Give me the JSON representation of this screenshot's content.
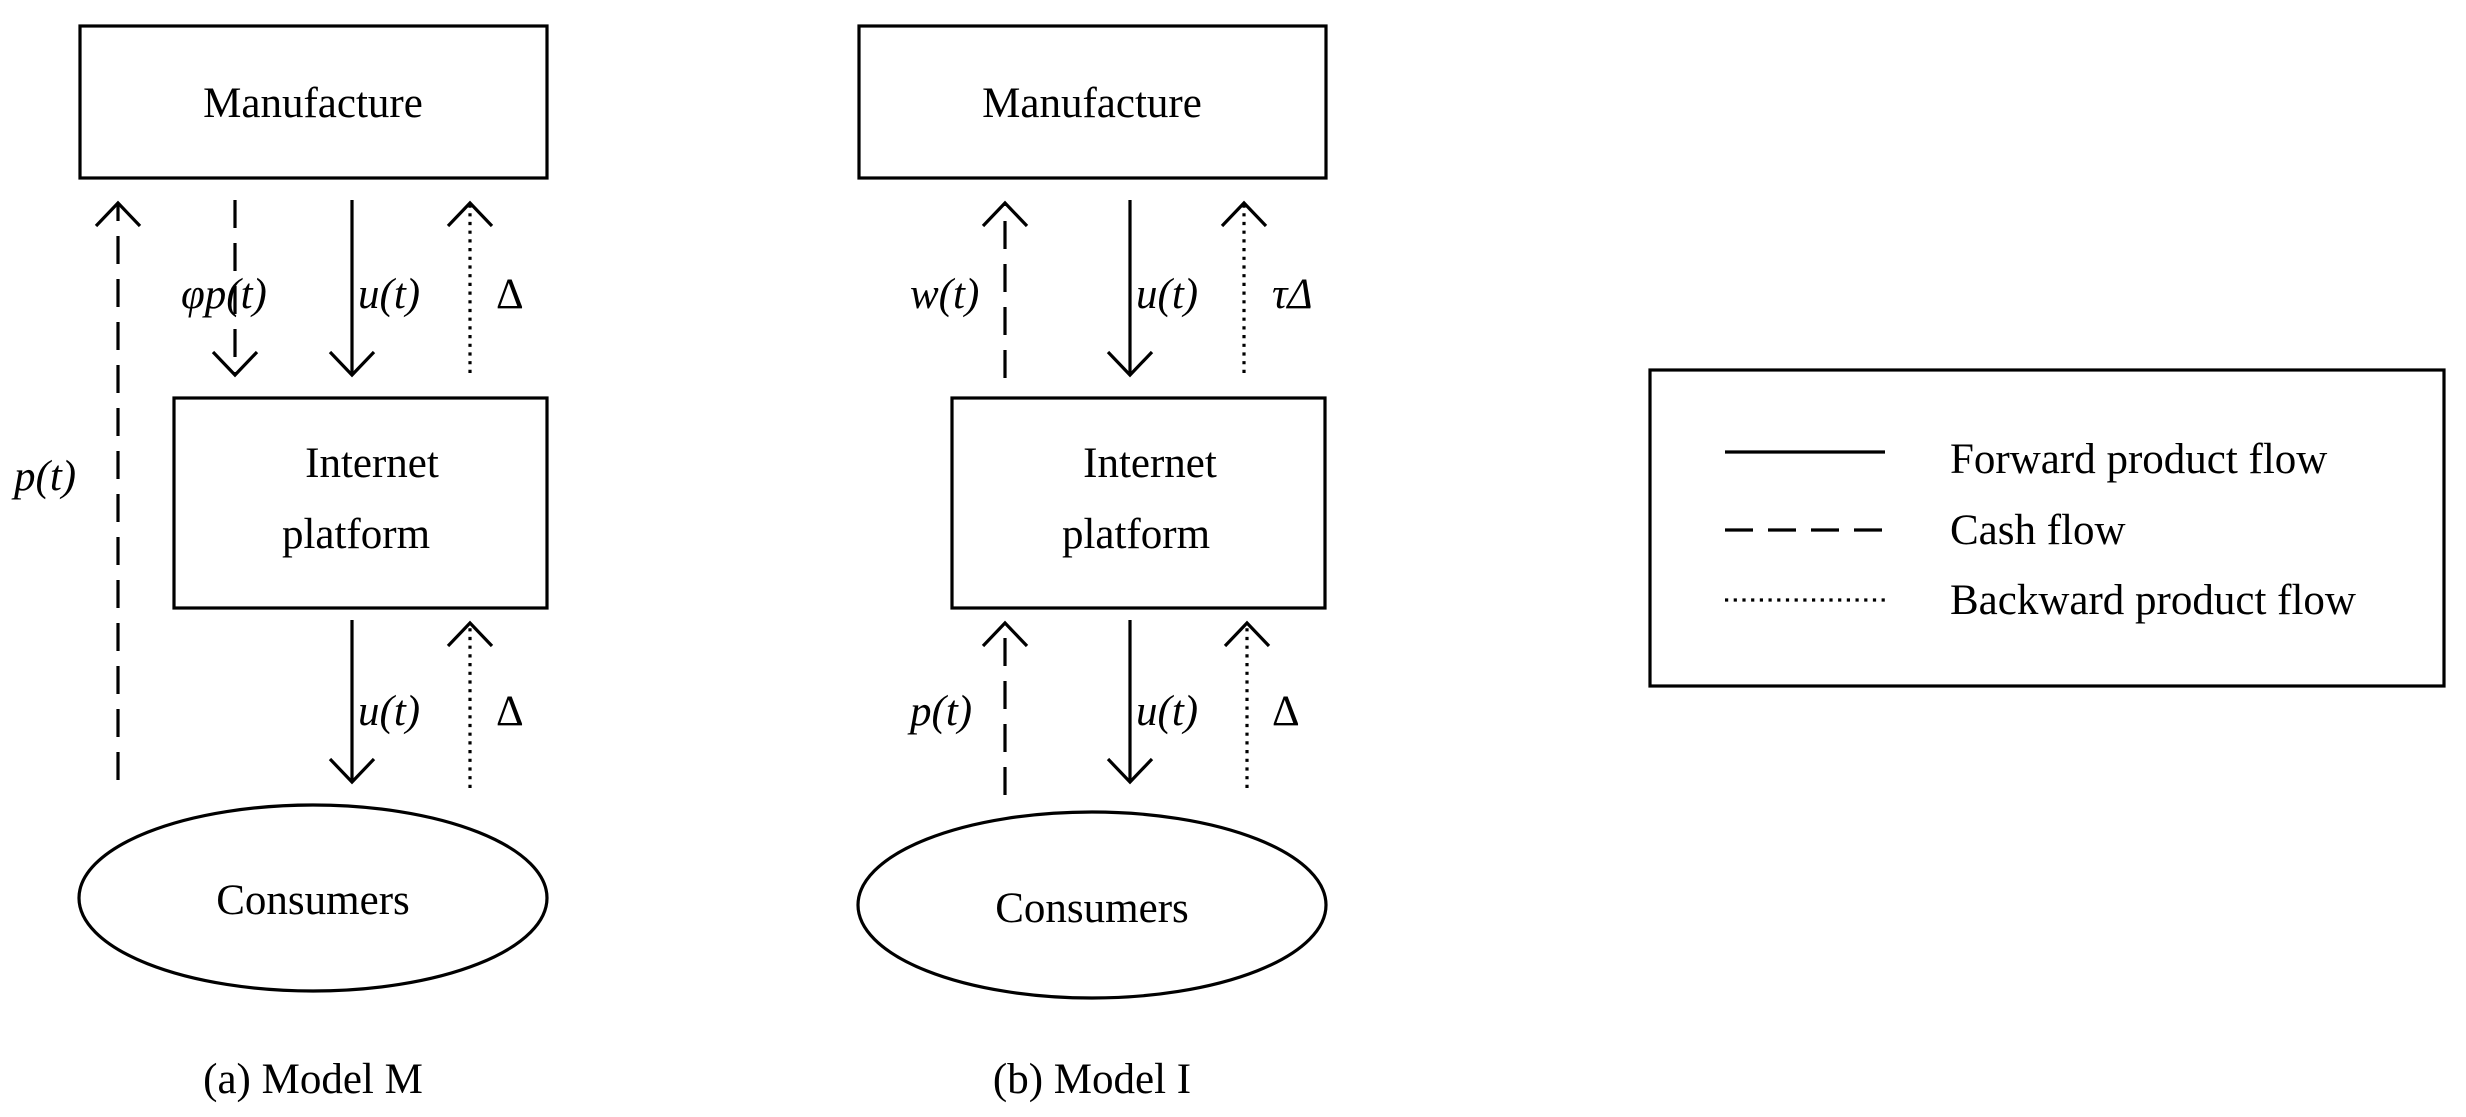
{
  "model_m": {
    "manufacture": "Manufacture",
    "platform_line1": "Internet",
    "platform_line2": "platform",
    "consumers": "Consumers",
    "caption": "(a) Model M",
    "label_p_direct": "p(t)",
    "label_commission": "φp(t)",
    "label_u_upper": "u(t)",
    "label_return_upper": "Δ",
    "label_u_lower": "u(t)",
    "label_return_lower": "Δ"
  },
  "model_i": {
    "manufacture": "Manufacture",
    "platform_line1": "Internet",
    "platform_line2": "platform",
    "consumers": "Consumers",
    "caption": "(b) Model I",
    "label_wholesale": "w(t)",
    "label_u_upper": "u(t)",
    "label_return_upper": "τΔ",
    "label_p": "p(t)",
    "label_u_lower": "u(t)",
    "label_return_lower": "Δ"
  },
  "legend": {
    "forward": "Forward product flow",
    "cash": "Cash flow",
    "backward": "Backward product flow"
  },
  "styles": {
    "stroke_color": "#000000",
    "background": "#ffffff"
  }
}
